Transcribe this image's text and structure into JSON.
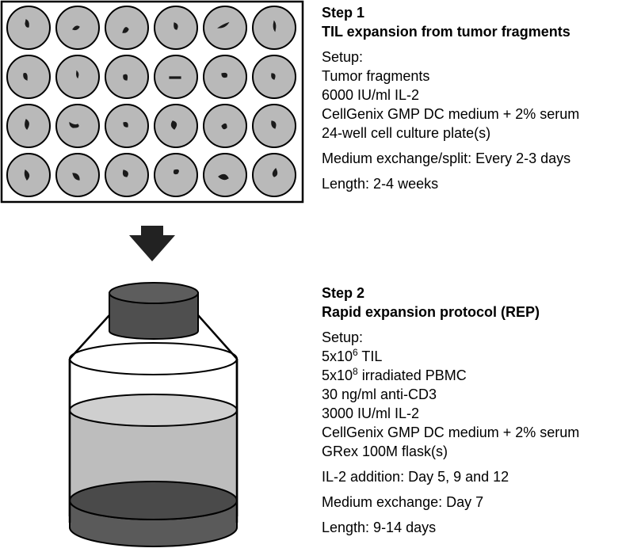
{
  "step1": {
    "title": "Step 1",
    "subtitle": "TIL expansion from tumor fragments",
    "setup_label": "Setup:",
    "setup_items": [
      "Tumor fragments",
      "6000 IU/ml IL-2",
      "CellGenix GMP DC medium + 2% serum",
      "24-well cell culture plate(s)"
    ],
    "medium_exchange": "Medium exchange/split: Every 2-3 days",
    "length": "Length: 2-4 weeks"
  },
  "step2": {
    "title": "Step 2",
    "subtitle": "Rapid expansion protocol (REP)",
    "setup_label": "Setup:",
    "til_base": "5x10",
    "til_exp": "6",
    "til_rest": " TIL",
    "pbmc_base": "5x10",
    "pbmc_exp": "8",
    "pbmc_rest": " irradiated PBMC",
    "anti_cd3": "30 ng/ml anti-CD3",
    "il2": "3000 IU/ml IL-2",
    "medium": "CellGenix GMP DC medium + 2% serum",
    "flask": "GRex 100M flask(s)",
    "il2_addition": "IL-2 addition: Day 5, 9 and 12",
    "medium_exchange": "Medium exchange: Day 7",
    "length": "Length: 9-14 days"
  },
  "plate": {
    "rows": 4,
    "cols": 6,
    "well_fill": "#b9b9b9",
    "fragment_color": "#1a1a1a"
  },
  "flask": {
    "cap_color": "#4f4f4f",
    "medium_color": "#bdbdbd",
    "base_color": "#5a5a5a"
  },
  "arrow": {
    "color": "#222222"
  }
}
